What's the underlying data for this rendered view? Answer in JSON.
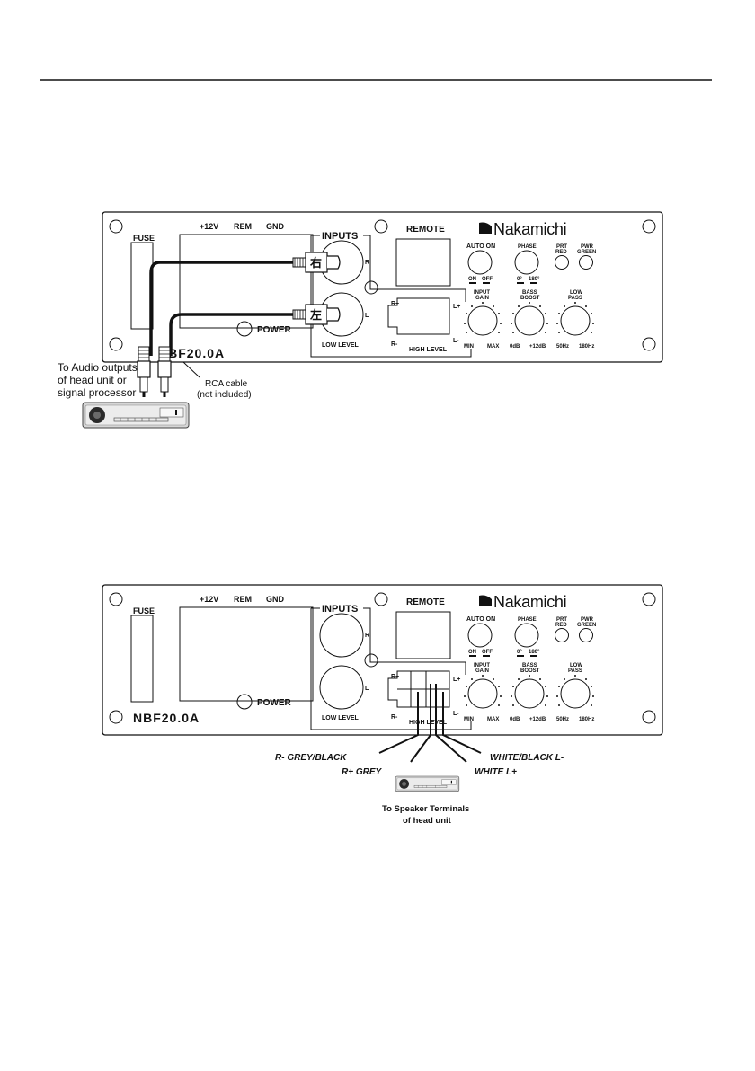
{
  "brand": {
    "name": "Nakamichi",
    "model": "NBF20.0A"
  },
  "panel": {
    "fuse": "FUSE",
    "power_terminals": [
      "+12V",
      "REM",
      "GND"
    ],
    "power": "POWER",
    "inputs": "INPUTS",
    "input_r": "R",
    "input_l": "L",
    "low_level": "LOW LEVEL",
    "remote": "REMOTE",
    "high_level": "HIGH  LEVEL",
    "hl_rplus": "R+",
    "hl_rminus": "R-",
    "hl_lplus": "L+",
    "hl_lminus": "L-",
    "auto_on": "AUTO ON",
    "on": "ON",
    "off": "OFF",
    "phase": "PHASE",
    "phase_0": "0°",
    "phase_180": "180°",
    "prt": "PRT",
    "red": "RED",
    "pwr": "PWR",
    "green": "GREEN",
    "input_gain_1": "INPUT",
    "input_gain_2": "GAIN",
    "bass_boost_1": "BASS",
    "bass_boost_2": "BOOST",
    "low_pass_1": "LOW",
    "low_pass_2": "PASS",
    "gain_min": "MIN",
    "gain_max": "MAX",
    "boost_min": "0dB",
    "boost_max": "+12dB",
    "lp_min": "50Hz",
    "lp_max": "180Hz"
  },
  "diagram1": {
    "rca_right_char": "右",
    "rca_left_char": "左",
    "caption_audio": [
      "To Audio outputs",
      "of  head unit or",
      "signal processor"
    ],
    "caption_rca": [
      "RCA cable",
      "(not included)"
    ]
  },
  "diagram2": {
    "wire_r_minus": "R- GREY/BLACK",
    "wire_r_plus": "R+ GREY",
    "wire_l_minus": "WHITE/BLACK  L-",
    "wire_l_plus": "WHITE L+",
    "caption_speaker": [
      "To Speaker Terminals",
      "of head unit"
    ]
  }
}
